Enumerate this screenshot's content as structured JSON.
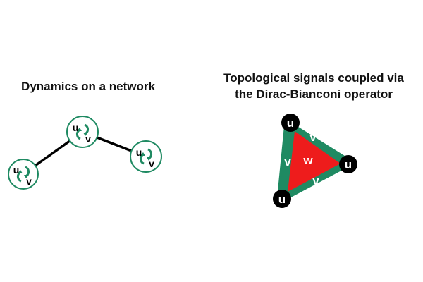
{
  "left_panel": {
    "title": "Dynamics on a network",
    "node_top_label": "u",
    "node_bottom_label": "v"
  },
  "right_panel": {
    "title_line1": "Topological signals coupled via",
    "title_line2": "the Dirac-Bianconi operator",
    "node_label": "u",
    "edge_label": "v",
    "face_label": "w"
  },
  "colors": {
    "green": "#1f8a62",
    "red": "#ee1c1c",
    "edge": "#000000"
  }
}
